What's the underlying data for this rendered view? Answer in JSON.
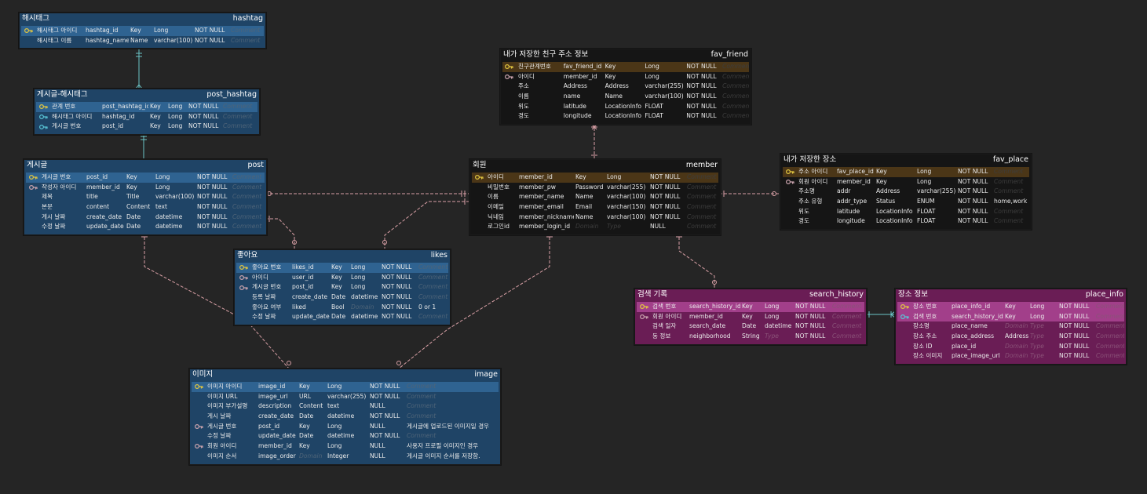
{
  "colors": {
    "background": "#252525",
    "blue_table": "#1f4466",
    "dark_table": "#151515",
    "purple_table": "#6a1d55",
    "relation_line": "#d9a0a6",
    "cyan_relation": "#6cc5c8",
    "pk_key_icon": "#e2c640",
    "fk_key_icon": "#c9a3ad",
    "pkfk_key_icon": "#59c5d6"
  },
  "tables": {
    "hashtag": {
      "title": "해시태그",
      "name": "hashtag",
      "rows": [
        {
          "key": "pk",
          "logical": "해시태그 아이디",
          "physical": "hashtag_id",
          "domain": "Key",
          "type": "Long",
          "null": "NOT NULL",
          "comment": "Comment"
        },
        {
          "key": "",
          "logical": "해시태그 이름",
          "physical": "hashtag_name",
          "domain": "Name",
          "type": "varchar(100)",
          "null": "NOT NULL",
          "comment": "Comment"
        }
      ]
    },
    "post_hashtag": {
      "title": "게시글-해시태그",
      "name": "post_hashtag",
      "rows": [
        {
          "key": "pk",
          "logical": "관계 번호",
          "physical": "post_hashtag_id",
          "domain": "Key",
          "type": "Long",
          "null": "NOT NULL",
          "comment": "Comment"
        },
        {
          "key": "pkfk",
          "logical": "해시태그 아이디",
          "physical": "hashtag_id",
          "domain": "Key",
          "type": "Long",
          "null": "NOT NULL",
          "comment": "Comment"
        },
        {
          "key": "pkfk",
          "logical": "게시글 번호",
          "physical": "post_id",
          "domain": "Key",
          "type": "Long",
          "null": "NOT NULL",
          "comment": "Comment"
        }
      ]
    },
    "post": {
      "title": "게시글",
      "name": "post",
      "rows": [
        {
          "key": "pk",
          "logical": "게시글 번호",
          "physical": "post_id",
          "domain": "Key",
          "type": "Long",
          "null": "NOT NULL",
          "comment": "Comment"
        },
        {
          "key": "fk",
          "logical": "작성자 아이디",
          "physical": "member_id",
          "domain": "Key",
          "type": "Long",
          "null": "NOT NULL",
          "comment": "Comment"
        },
        {
          "key": "",
          "logical": "제목",
          "physical": "title",
          "domain": "Title",
          "type": "varchar(100)",
          "null": "NOT NULL",
          "comment": "Comment"
        },
        {
          "key": "",
          "logical": "본문",
          "physical": "content",
          "domain": "Content",
          "type": "text",
          "null": "NOT NULL",
          "comment": "Comment"
        },
        {
          "key": "",
          "logical": "게시 날짜",
          "physical": "create_date",
          "domain": "Date",
          "type": "datetime",
          "null": "NOT NULL",
          "comment": "Comment"
        },
        {
          "key": "",
          "logical": "수정 날짜",
          "physical": "update_date",
          "domain": "Date",
          "type": "datetime",
          "null": "NOT NULL",
          "comment": "Comment"
        }
      ]
    },
    "likes": {
      "title": "좋아요",
      "name": "likes",
      "rows": [
        {
          "key": "pk",
          "logical": "좋아요 번호",
          "physical": "likes_id",
          "domain": "Key",
          "type": "Long",
          "null": "NOT NULL",
          "comment": "Comment"
        },
        {
          "key": "fk",
          "logical": "아이디",
          "physical": "user_id",
          "domain": "Key",
          "type": "Long",
          "null": "NOT NULL",
          "comment": "Comment"
        },
        {
          "key": "fk",
          "logical": "게시글 번호",
          "physical": "post_id",
          "domain": "Key",
          "type": "Long",
          "null": "NOT NULL",
          "comment": "Comment"
        },
        {
          "key": "",
          "logical": "등록 날짜",
          "physical": "create_date",
          "domain": "Date",
          "type": "datetime",
          "null": "NOT NULL",
          "comment": "Comment"
        },
        {
          "key": "",
          "logical": "좋아요 여부",
          "physical": "liked",
          "domain": "Bool",
          "type": "Domain",
          "null": "NOT NULL",
          "comment": "0 or 1"
        },
        {
          "key": "",
          "logical": "수정 날짜",
          "physical": "update_date",
          "domain": "Date",
          "type": "datetime",
          "null": "NOT NULL",
          "comment": "Comment"
        }
      ]
    },
    "image": {
      "title": "이미지",
      "name": "image",
      "rows": [
        {
          "key": "pk",
          "logical": "이미지 아이디",
          "physical": "image_id",
          "domain": "Key",
          "type": "Long",
          "null": "NOT NULL",
          "comment": "Comment"
        },
        {
          "key": "",
          "logical": "이미지 URL",
          "physical": "image_url",
          "domain": "URL",
          "type": "varchar(255)",
          "null": "NOT NULL",
          "comment": "Comment"
        },
        {
          "key": "",
          "logical": "이미지 부가설명",
          "physical": "description",
          "domain": "Content",
          "type": "text",
          "null": "NULL",
          "comment": "Comment"
        },
        {
          "key": "",
          "logical": "게시 날짜",
          "physical": "create_date",
          "domain": "Date",
          "type": "datetime",
          "null": "NOT NULL",
          "comment": "Comment"
        },
        {
          "key": "fk",
          "logical": "게시글 번호",
          "physical": "post_id",
          "domain": "Key",
          "type": "Long",
          "null": "NULL",
          "comment": "게시글에 업로드된 이미지일 경우"
        },
        {
          "key": "",
          "logical": "수정 날짜",
          "physical": "update_date",
          "domain": "Date",
          "type": "datetime",
          "null": "NOT NULL",
          "comment": "Comment"
        },
        {
          "key": "fk",
          "logical": "회원 아이디",
          "physical": "member_id",
          "domain": "Key",
          "type": "Long",
          "null": "NULL",
          "comment": "사용자 프로필 이미지인 경우"
        },
        {
          "key": "",
          "logical": "이미지 순서",
          "physical": "image_order",
          "domain": "Domain",
          "type": "Integer",
          "null": "NULL",
          "comment": "게시글 이미지 순서를 저장함."
        }
      ]
    },
    "fav_friend": {
      "title": "내가 저장한 친구 주소 정보",
      "name": "fav_friend",
      "rows": [
        {
          "key": "pk",
          "logical": "친구관계번호",
          "physical": "fav_friend_id",
          "domain": "Key",
          "type": "Long",
          "null": "NOT NULL",
          "comment": "Comment"
        },
        {
          "key": "fk",
          "logical": "아이디",
          "physical": "member_id",
          "domain": "Key",
          "type": "Long",
          "null": "NOT NULL",
          "comment": "Comment"
        },
        {
          "key": "",
          "logical": "주소",
          "physical": "Address",
          "domain": "Address",
          "type": "varchar(255)",
          "null": "NOT NULL",
          "comment": "Comment"
        },
        {
          "key": "",
          "logical": "이름",
          "physical": "name",
          "domain": "Name",
          "type": "varchar(100)",
          "null": "NOT NULL",
          "comment": "Comment"
        },
        {
          "key": "",
          "logical": "위도",
          "physical": "latitude",
          "domain": "LocationInfo",
          "type": "FLOAT",
          "null": "NOT NULL",
          "comment": "Comment"
        },
        {
          "key": "",
          "logical": "경도",
          "physical": "longitude",
          "domain": "LocationInfo",
          "type": "FLOAT",
          "null": "NOT NULL",
          "comment": "Comment"
        }
      ]
    },
    "member": {
      "title": "회원",
      "name": "member",
      "rows": [
        {
          "key": "pk",
          "logical": "아이디",
          "physical": "member_id",
          "domain": "Key",
          "type": "Long",
          "null": "NOT NULL",
          "comment": "Comment"
        },
        {
          "key": "",
          "logical": "비밀번호",
          "physical": "member_pw",
          "domain": "Password",
          "type": "varchar(255)",
          "null": "NOT NULL",
          "comment": "Comment"
        },
        {
          "key": "",
          "logical": "이름",
          "physical": "member_name",
          "domain": "Name",
          "type": "varchar(100)",
          "null": "NOT NULL",
          "comment": "Comment"
        },
        {
          "key": "",
          "logical": "이메일",
          "physical": "member_email",
          "domain": "Email",
          "type": "varchar(150)",
          "null": "NOT NULL",
          "comment": "Comment"
        },
        {
          "key": "",
          "logical": "닉네임",
          "physical": "member_nickname",
          "domain": "Name",
          "type": "varchar(100)",
          "null": "NOT NULL",
          "comment": "Comment"
        },
        {
          "key": "",
          "logical": "로그인id",
          "physical": "member_login_id",
          "domain": "Domain",
          "type": "Type",
          "null": "NULL",
          "comment": "Comment"
        }
      ]
    },
    "fav_place": {
      "title": "내가 저장한 장소",
      "name": "fav_place",
      "rows": [
        {
          "key": "pk",
          "logical": "주소 아이디",
          "physical": "fav_place_id",
          "domain": "Key",
          "type": "Long",
          "null": "NOT NULL",
          "comment": "Comment"
        },
        {
          "key": "fk",
          "logical": "회원 아이디",
          "physical": "member_id",
          "domain": "Key",
          "type": "Long",
          "null": "NOT NULL",
          "comment": "Comment"
        },
        {
          "key": "",
          "logical": "주소명",
          "physical": "addr",
          "domain": "Address",
          "type": "varchar(255)",
          "null": "NOT NULL",
          "comment": "Comment"
        },
        {
          "key": "",
          "logical": "주소 유형",
          "physical": "addr_type",
          "domain": "Status",
          "type": "ENUM",
          "null": "NOT NULL",
          "comment": "home,work"
        },
        {
          "key": "",
          "logical": "위도",
          "physical": "latitude",
          "domain": "LocationInfo",
          "type": "FLOAT",
          "null": "NOT NULL",
          "comment": "Comment"
        },
        {
          "key": "",
          "logical": "경도",
          "physical": "longitude",
          "domain": "LocationInfo",
          "type": "FLOAT",
          "null": "NOT NULL",
          "comment": "Comment"
        }
      ]
    },
    "search_history": {
      "title": "검색 기록",
      "name": "search_history",
      "rows": [
        {
          "key": "pk",
          "logical": "검색 번호",
          "physical": "search_history_id",
          "domain": "Key",
          "type": "Long",
          "null": "NOT NULL",
          "comment": "Comment"
        },
        {
          "key": "fk",
          "logical": "회원 아이디",
          "physical": "member_id",
          "domain": "Key",
          "type": "Long",
          "null": "NOT NULL",
          "comment": "Comment"
        },
        {
          "key": "",
          "logical": "검색 일자",
          "physical": "search_date",
          "domain": "Date",
          "type": "datetime",
          "null": "NOT NULL",
          "comment": "Comment"
        },
        {
          "key": "",
          "logical": "동 정보",
          "physical": "neighborhood",
          "domain": "String",
          "type": "Type",
          "null": "NOT NULL",
          "comment": "Comment"
        }
      ]
    },
    "place_info": {
      "title": "장소 정보",
      "name": "place_info",
      "rows": [
        {
          "key": "pk",
          "logical": "장소 번호",
          "physical": "place_info_id",
          "domain": "Key",
          "type": "Long",
          "null": "NOT NULL",
          "comment": "Comment"
        },
        {
          "key": "pkfk",
          "logical": "검색 번호",
          "physical": "search_history_id",
          "domain": "Key",
          "type": "Long",
          "null": "NOT NULL",
          "comment": "Comment"
        },
        {
          "key": "",
          "logical": "장소명",
          "physical": "place_name",
          "domain": "Domain",
          "type": "Type",
          "null": "NOT NULL",
          "comment": "Comment"
        },
        {
          "key": "",
          "logical": "장소 주소",
          "physical": "place_address",
          "domain": "Address",
          "type": "Type",
          "null": "NOT NULL",
          "comment": "Comment"
        },
        {
          "key": "",
          "logical": "장소 ID",
          "physical": "place_id",
          "domain": "Domain",
          "type": "Type",
          "null": "NOT NULL",
          "comment": "Comment"
        },
        {
          "key": "",
          "logical": "장소 이미지",
          "physical": "place_image_url",
          "domain": "Domain",
          "type": "Type",
          "null": "NOT NULL",
          "comment": "Comment"
        }
      ]
    }
  }
}
